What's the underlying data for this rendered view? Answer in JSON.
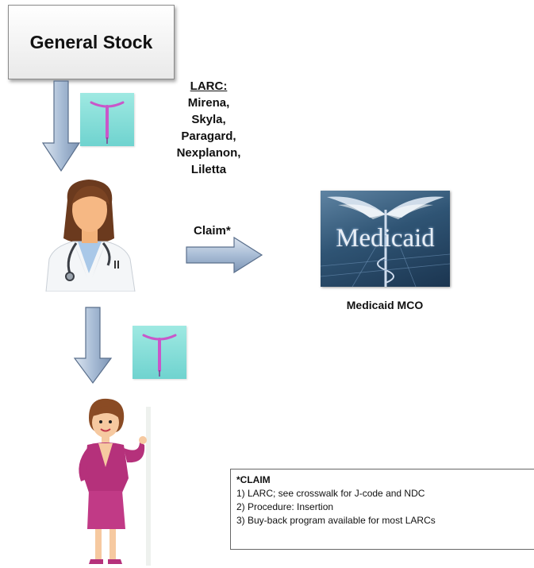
{
  "stock": {
    "label": "General Stock"
  },
  "larc": {
    "title": "LARC:",
    "items": [
      "Mirena, Skyla,",
      "Paragard,",
      "Nexplanon,",
      "Liletta"
    ]
  },
  "claim_arrow": {
    "label": "Claim*"
  },
  "medicaid": {
    "image_text": "Medicaid",
    "label": "Medicaid MCO"
  },
  "claim_note": {
    "heading": "*CLAIM",
    "lines": [
      "1) LARC; see crosswalk for J-code and NDC",
      "2) Procedure: Insertion",
      "3) Buy-back program available for most LARCs"
    ]
  },
  "colors": {
    "arrow_fill": "#9fb6d3",
    "arrow_stroke": "#5a6f8c",
    "iud_tile": "#7fdcd7",
    "iud_device": "#c957c9",
    "dress": "#b5317b"
  },
  "icons": [
    "iud-icon",
    "doctor-icon",
    "patient-woman-icon",
    "medicaid-logo-icon",
    "arrow-down-icon",
    "arrow-right-icon"
  ]
}
